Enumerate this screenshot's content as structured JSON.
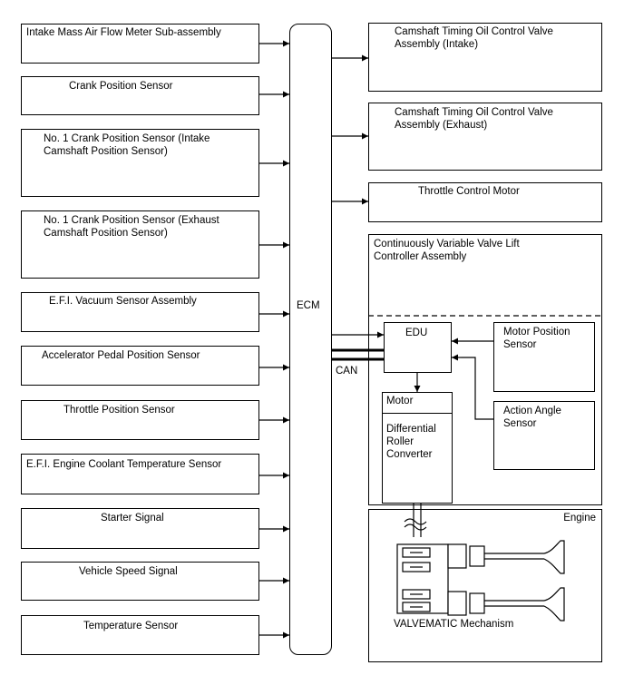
{
  "ecm": {
    "label": "ECM"
  },
  "inputs": [
    {
      "label": "Intake Mass Air Flow Meter Sub-assembly"
    },
    {
      "label": "Crank Position Sensor"
    },
    {
      "label": "No. 1 Crank Position Sensor (Intake\nCamshaft Position Sensor)"
    },
    {
      "label": "No. 1 Crank Position Sensor (Exhaust\nCamshaft Position Sensor)"
    },
    {
      "label": "E.F.I. Vacuum Sensor Assembly"
    },
    {
      "label": "Accelerator Pedal Position Sensor"
    },
    {
      "label": "Throttle Position Sensor"
    },
    {
      "label": "E.F.I. Engine Coolant Temperature Sensor"
    },
    {
      "label": "Starter Signal"
    },
    {
      "label": "Vehicle Speed Signal"
    },
    {
      "label": "Temperature Sensor"
    }
  ],
  "outputs": [
    {
      "label": "Camshaft Timing Oil Control Valve\nAssembly (Intake)"
    },
    {
      "label": "Camshaft Timing Oil Control Valve\nAssembly (Exhaust)"
    },
    {
      "label": "Throttle Control Motor"
    }
  ],
  "cvvl": {
    "title": "Continuously Variable Valve Lift\nController Assembly",
    "edu": "EDU",
    "motor": "Motor",
    "converter": "Differential\nRoller\nConverter",
    "motor_position_sensor": "Motor Position\nSensor",
    "action_angle_sensor": "Action Angle\nSensor"
  },
  "can_label": "CAN",
  "engine": {
    "title": "Engine",
    "mechanism": "VALVEMATIC Mechanism"
  }
}
